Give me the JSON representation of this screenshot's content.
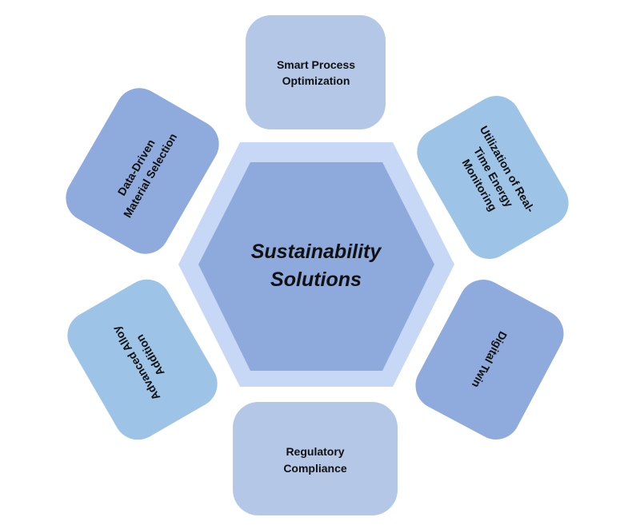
{
  "center": {
    "line1": "Sustainability",
    "line2": "Solutions"
  },
  "boxes": [
    {
      "line1": "Smart Process",
      "line2": "Optimization",
      "line3": ""
    },
    {
      "line1": "Utilization of Real-",
      "line2": "Time Energy",
      "line3": "Monitoring"
    },
    {
      "line1": "Digital Twin",
      "line2": "",
      "line3": ""
    },
    {
      "line1": "Regulatory",
      "line2": "Compliance",
      "line3": ""
    },
    {
      "line1": "Advanced Alloy",
      "line2": "Addition",
      "line3": ""
    },
    {
      "line1": "Data-Driven",
      "line2": "Material Selection",
      "line3": ""
    }
  ],
  "colors": {
    "hexagon_outer": "#c6d8f6",
    "hexagon_inner": "#8eaadd",
    "box_light_blue": "#9dc3e6",
    "box_lavender": "#b4c7e7",
    "box_periwinkle": "#8faadc"
  }
}
